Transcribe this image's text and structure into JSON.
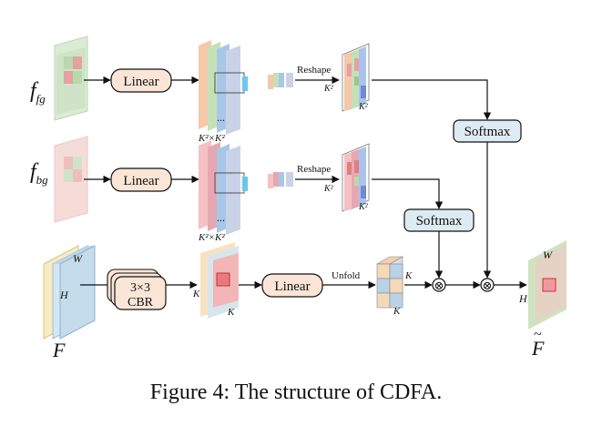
{
  "diagram": {
    "labels": {
      "f_fg_base": "f",
      "f_fg_sub": "fg",
      "f_bg_base": "f",
      "f_bg_sub": "bg",
      "F": "F",
      "F_tilde": "F",
      "W": "W",
      "H": "H",
      "K": "K"
    },
    "boxes": {
      "linear_fg": "Linear",
      "linear_bg": "Linear",
      "linear_main": "Linear",
      "softmax_top": "Softmax",
      "softmax_mid": "Softmax",
      "cbr_line1": "3×3",
      "cbr_line2": "CBR"
    },
    "edge_labels": {
      "reshape_fg": "Reshape",
      "reshape_bg": "Reshape",
      "unfold": "Unfold"
    },
    "dims": {
      "kk_fg": "K²×K²",
      "kk_bg": "K²×K²",
      "k2_a": "K²",
      "k2_b": "K²",
      "k2_c": "K²",
      "k2_d": "K²"
    },
    "operators": {
      "mult1": "⊗",
      "mult2": "⊗"
    },
    "ellipsis": "..."
  },
  "caption": "Figure 4: The structure of CDFA."
}
